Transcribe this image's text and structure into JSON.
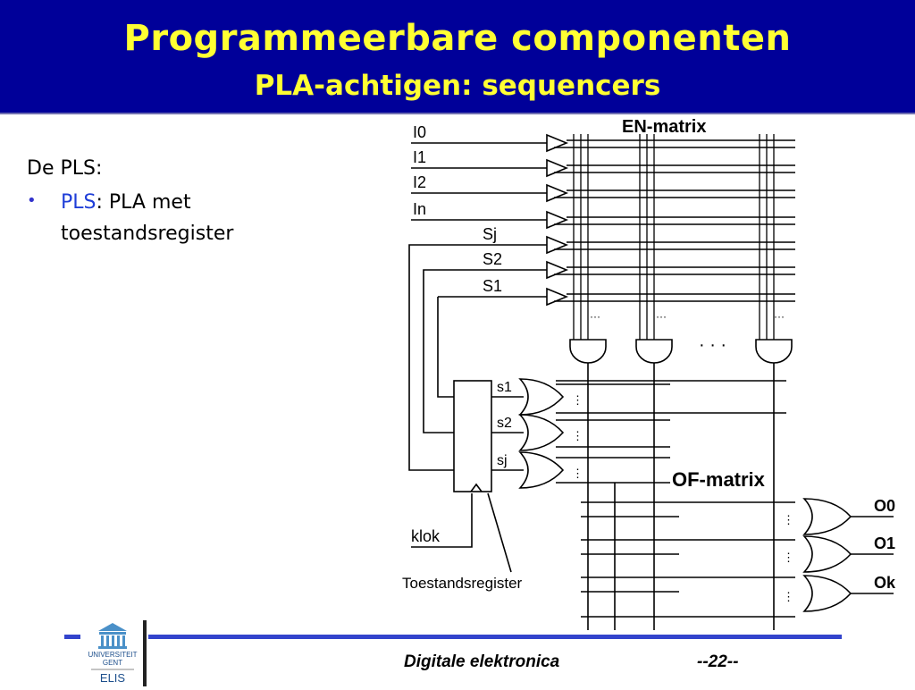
{
  "header": {
    "title": "Programmeerbare componenten",
    "subtitle": "PLA-achtigen: sequencers"
  },
  "content": {
    "intro": "De PLS:",
    "bullet_term": "PLS",
    "bullet_rest": ": PLA met",
    "bullet_line2": "toestandsregister"
  },
  "diagram": {
    "en_matrix_label": "EN-matrix",
    "of_matrix_label": "OF-matrix",
    "inputs": [
      "I0",
      "I1",
      "I2",
      "In"
    ],
    "state_lines": [
      "Sj",
      "S2",
      "S1"
    ],
    "register_outputs": [
      "s1",
      "s2",
      "sj"
    ],
    "outputs": [
      "O0",
      "O1",
      "Ok"
    ],
    "clock_label": "klok",
    "register_label": "Toestandsregister",
    "ellipsis": "· · ·",
    "dots": "⋮",
    "hdots": "···"
  },
  "footer": {
    "course": "Digitale elektronica",
    "page": "--22--",
    "logo_lines": [
      "UNIVERSITEIT",
      "GENT",
      "ELIS"
    ]
  },
  "colors": {
    "header_bg": "#000099",
    "title": "#ffff33",
    "accent": "#1f3ed8",
    "footer_line": "#3344cc"
  }
}
